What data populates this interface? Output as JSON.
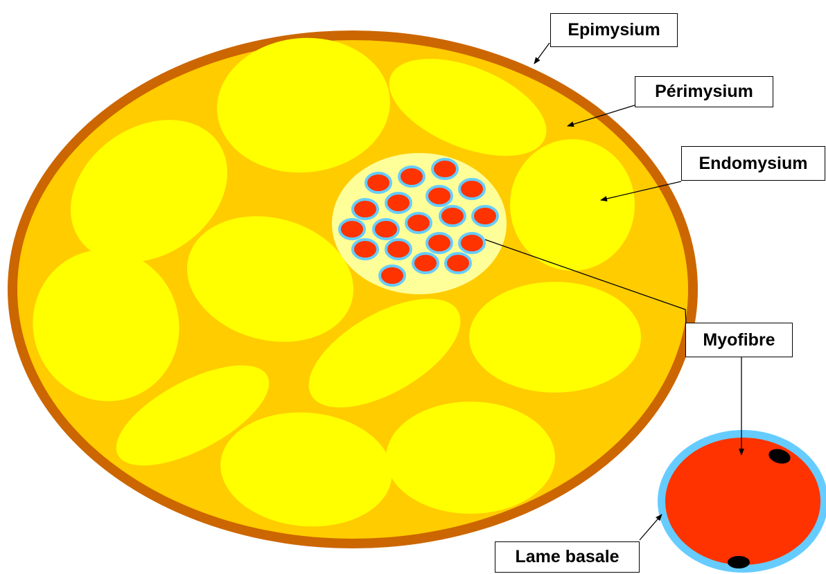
{
  "labels": {
    "epimysium": "Epimysium",
    "perimysium": "Périmysium",
    "endomysium": "Endomysium",
    "myofibre": "Myofibre",
    "lame_basale": "Lame basale"
  },
  "colors": {
    "epimysium_ring": "#CC6600",
    "perimysium_fill": "#FFCC00",
    "fascicle_fill": "#FFFF00",
    "open_fascicle_fill": "#FFFF99",
    "fibre_fill": "#FF3300",
    "basal_lamina": "#66CCFF",
    "nucleus": "#000000",
    "pointer_lines": "#000000"
  }
}
